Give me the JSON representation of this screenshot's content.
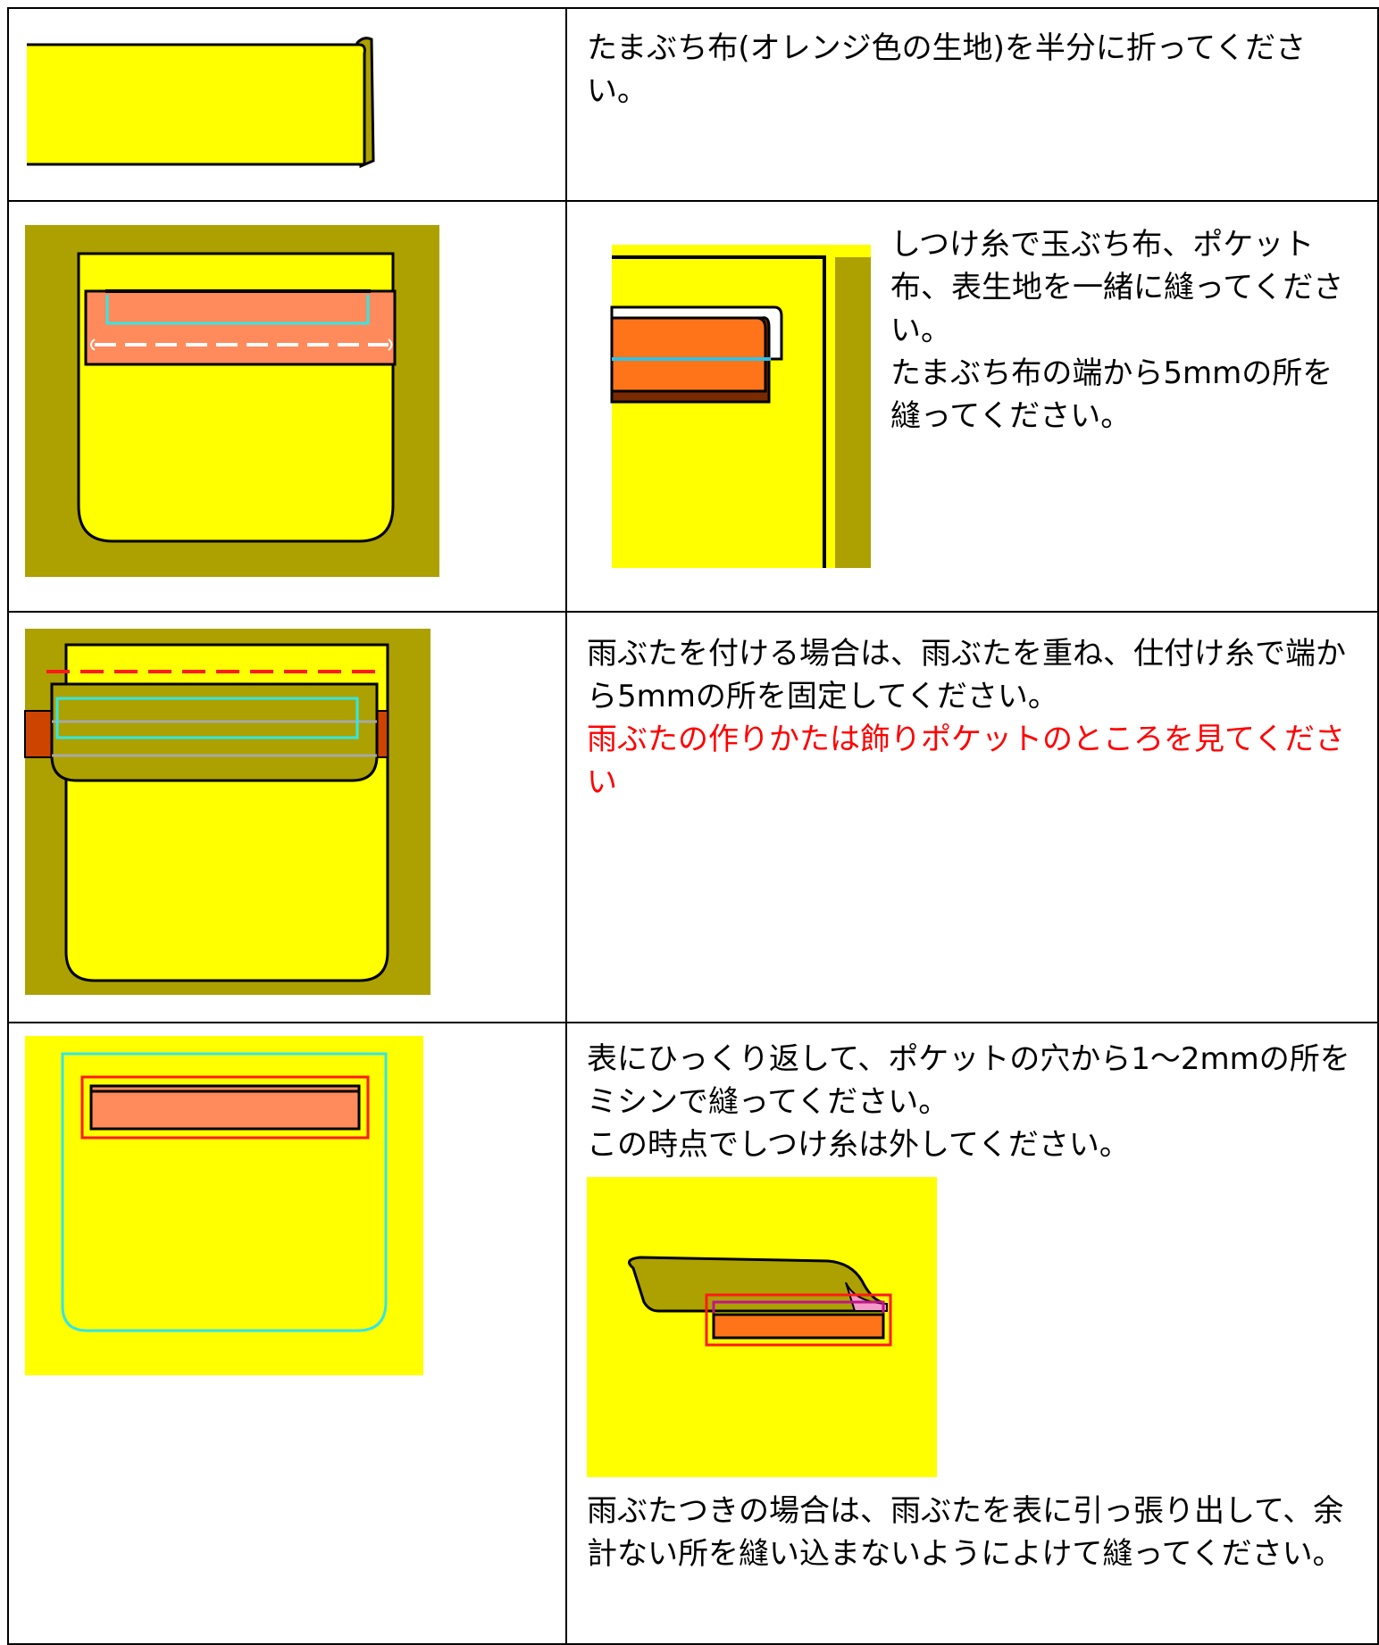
{
  "steps": [
    {
      "text": "たまぶち布(オレンジ色の生地)を半分に折ってください。"
    },
    {
      "text": "しつけ糸で玉ぶち布、ポケット布、表生地を一緒に縫ってください。",
      "text2": "たまぶち布の端から5mmの所を縫ってください。"
    },
    {
      "text": "雨ぶたを付ける場合は、雨ぶたを重ね、仕付け糸で端から5mmの所を固定してください。",
      "note": "雨ぶたの作りかたは飾りポケットのところを見てください"
    },
    {
      "text": "表にひっくり返して、ポケットの穴から1～2mmの所をミシンで縫ってください。",
      "text2": "この時点でしつけ糸は外してください。",
      "text3": "雨ぶたつきの場合は、雨ぶたを表に引っ張り出して、余計ない所を縫い込まないようによけて縫ってください。"
    }
  ],
  "colors": {
    "fabric_yellow": "#ffff00",
    "background_olive": "#aca100",
    "binding_salmon": "#ff8a5c",
    "binding_orange": "#ff7418",
    "basting_cyan": "#33e6e6",
    "stitch_red": "#ff1a1a",
    "note_red": "#ff0000",
    "lining_pink": "#f29ac8"
  }
}
